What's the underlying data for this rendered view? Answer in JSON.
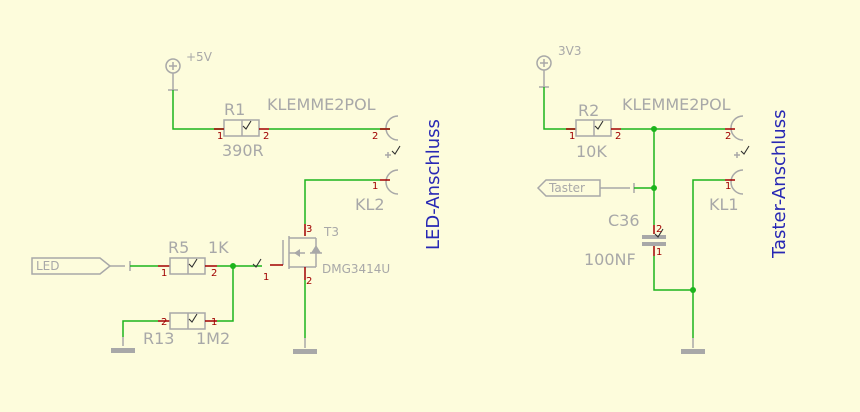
{
  "left": {
    "supply": "+5V",
    "r1": {
      "name": "R1",
      "value": "390R"
    },
    "connector": {
      "type": "KLEMME2POL",
      "name": "KL2"
    },
    "title": "LED-Anschluss",
    "mosfet": {
      "name": "T3",
      "value": "DMG3414U"
    },
    "r5": {
      "name": "R5",
      "value": "1K"
    },
    "r13": {
      "name": "R13",
      "value": "1M2"
    },
    "port": "LED"
  },
  "right": {
    "supply": "3V3",
    "r2": {
      "name": "R2",
      "value": "10K"
    },
    "connector": {
      "type": "KLEMME2POL",
      "name": "KL1"
    },
    "title": "Taster-Anschluss",
    "cap": {
      "name": "C36",
      "value": "100NF"
    },
    "port": "Taster"
  },
  "pins": {
    "one": "1",
    "two": "2",
    "three": "3"
  },
  "colors": {
    "background": "#fdfcdc",
    "wire": "#1cb41c",
    "symbol": "#a8a8a8",
    "pin": "#a00000",
    "title": "#2828b4"
  }
}
